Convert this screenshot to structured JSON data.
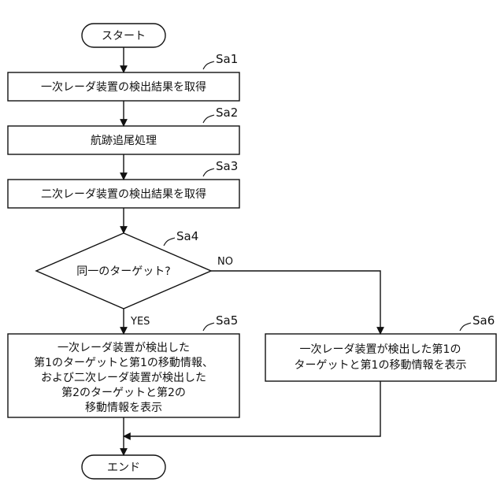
{
  "flowchart": {
    "start": "スタート",
    "end": "エンド",
    "steps": {
      "sa1": {
        "id": "Sa1",
        "text": "一次レーダ装置の検出結果を取得"
      },
      "sa2": {
        "id": "Sa2",
        "text": "航跡追尾処理"
      },
      "sa3": {
        "id": "Sa3",
        "text": "二次レーダ装置の検出結果を取得"
      },
      "sa4": {
        "id": "Sa4",
        "text": "同一のターゲット?"
      },
      "sa5": {
        "id": "Sa5",
        "lines": [
          "一次レーダ装置が検出した",
          "第1のターゲットと第1の移動情報、",
          "および二次レーダ装置が検出した",
          "第2のターゲットと第2の",
          "移動情報を表示"
        ]
      },
      "sa6": {
        "id": "Sa6",
        "lines": [
          "一次レーダ装置が検出した第1の",
          "ターゲットと第1の移動情報を表示"
        ]
      }
    },
    "branches": {
      "yes": "YES",
      "no": "NO"
    }
  }
}
